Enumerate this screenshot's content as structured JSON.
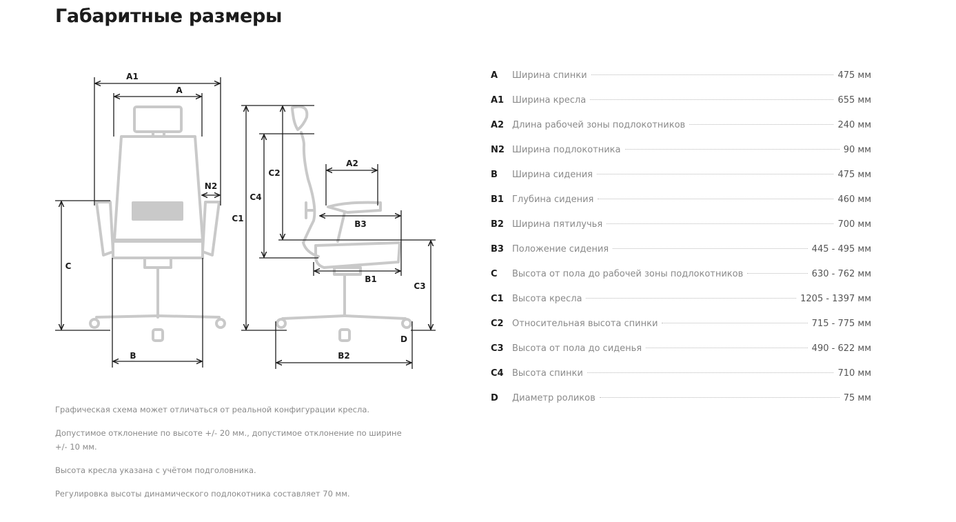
{
  "title": "Габаритные размеры",
  "diagram": {
    "front_labels": {
      "a1": "A1",
      "a": "A",
      "n2": "N2",
      "c": "C",
      "b": "B"
    },
    "side_labels": {
      "c1": "C1",
      "c4": "C4",
      "c2": "C2",
      "a2": "A2",
      "b3": "B3",
      "b1": "B1",
      "c3": "C3",
      "d": "D",
      "b2": "B2"
    }
  },
  "notes": [
    "Графическая схема может отличаться от реальной конфигурации кресла.",
    "Допустимое отклонение по высоте +/- 20 мм., допустимое отклонение по ширине +/- 10 мм.",
    "Высота кресла указана с учётом подголовника.",
    "Регулировка высоты динамического подлокотника составляет 70 мм."
  ],
  "specs": [
    {
      "code": "A",
      "name": "Ширина спинки",
      "value": "475 мм"
    },
    {
      "code": "A1",
      "name": "Ширина кресла",
      "value": "655 мм"
    },
    {
      "code": "A2",
      "name": "Длина рабочей зоны подлокотников",
      "value": "240 мм"
    },
    {
      "code": "N2",
      "name": "Ширина подлокотника",
      "value": "90 мм"
    },
    {
      "code": "B",
      "name": "Ширина сидения",
      "value": "475 мм"
    },
    {
      "code": "B1",
      "name": "Глубина сидения",
      "value": "460 мм"
    },
    {
      "code": "B2",
      "name": "Ширина пятилучья",
      "value": "700 мм"
    },
    {
      "code": "B3",
      "name": "Положение сидения",
      "value": "445 - 495 мм"
    },
    {
      "code": "C",
      "name": "Высота от пола до рабочей зоны подлокотников",
      "value": "630 - 762 мм"
    },
    {
      "code": "C1",
      "name": "Высота кресла",
      "value": "1205 - 1397 мм"
    },
    {
      "code": "C2",
      "name": "Относительная высота спинки",
      "value": "715 - 775 мм"
    },
    {
      "code": "C3",
      "name": "Высота от пола до сиденья",
      "value": "490 - 622 мм"
    },
    {
      "code": "C4",
      "name": "Высота спинки",
      "value": "710 мм"
    },
    {
      "code": "D",
      "name": "Диаметр роликов",
      "value": "75 мм"
    }
  ],
  "colors": {
    "chair": "#c9c9c9",
    "dimension_line": "#1c1c1c",
    "text_muted": "#8a8a8a"
  }
}
